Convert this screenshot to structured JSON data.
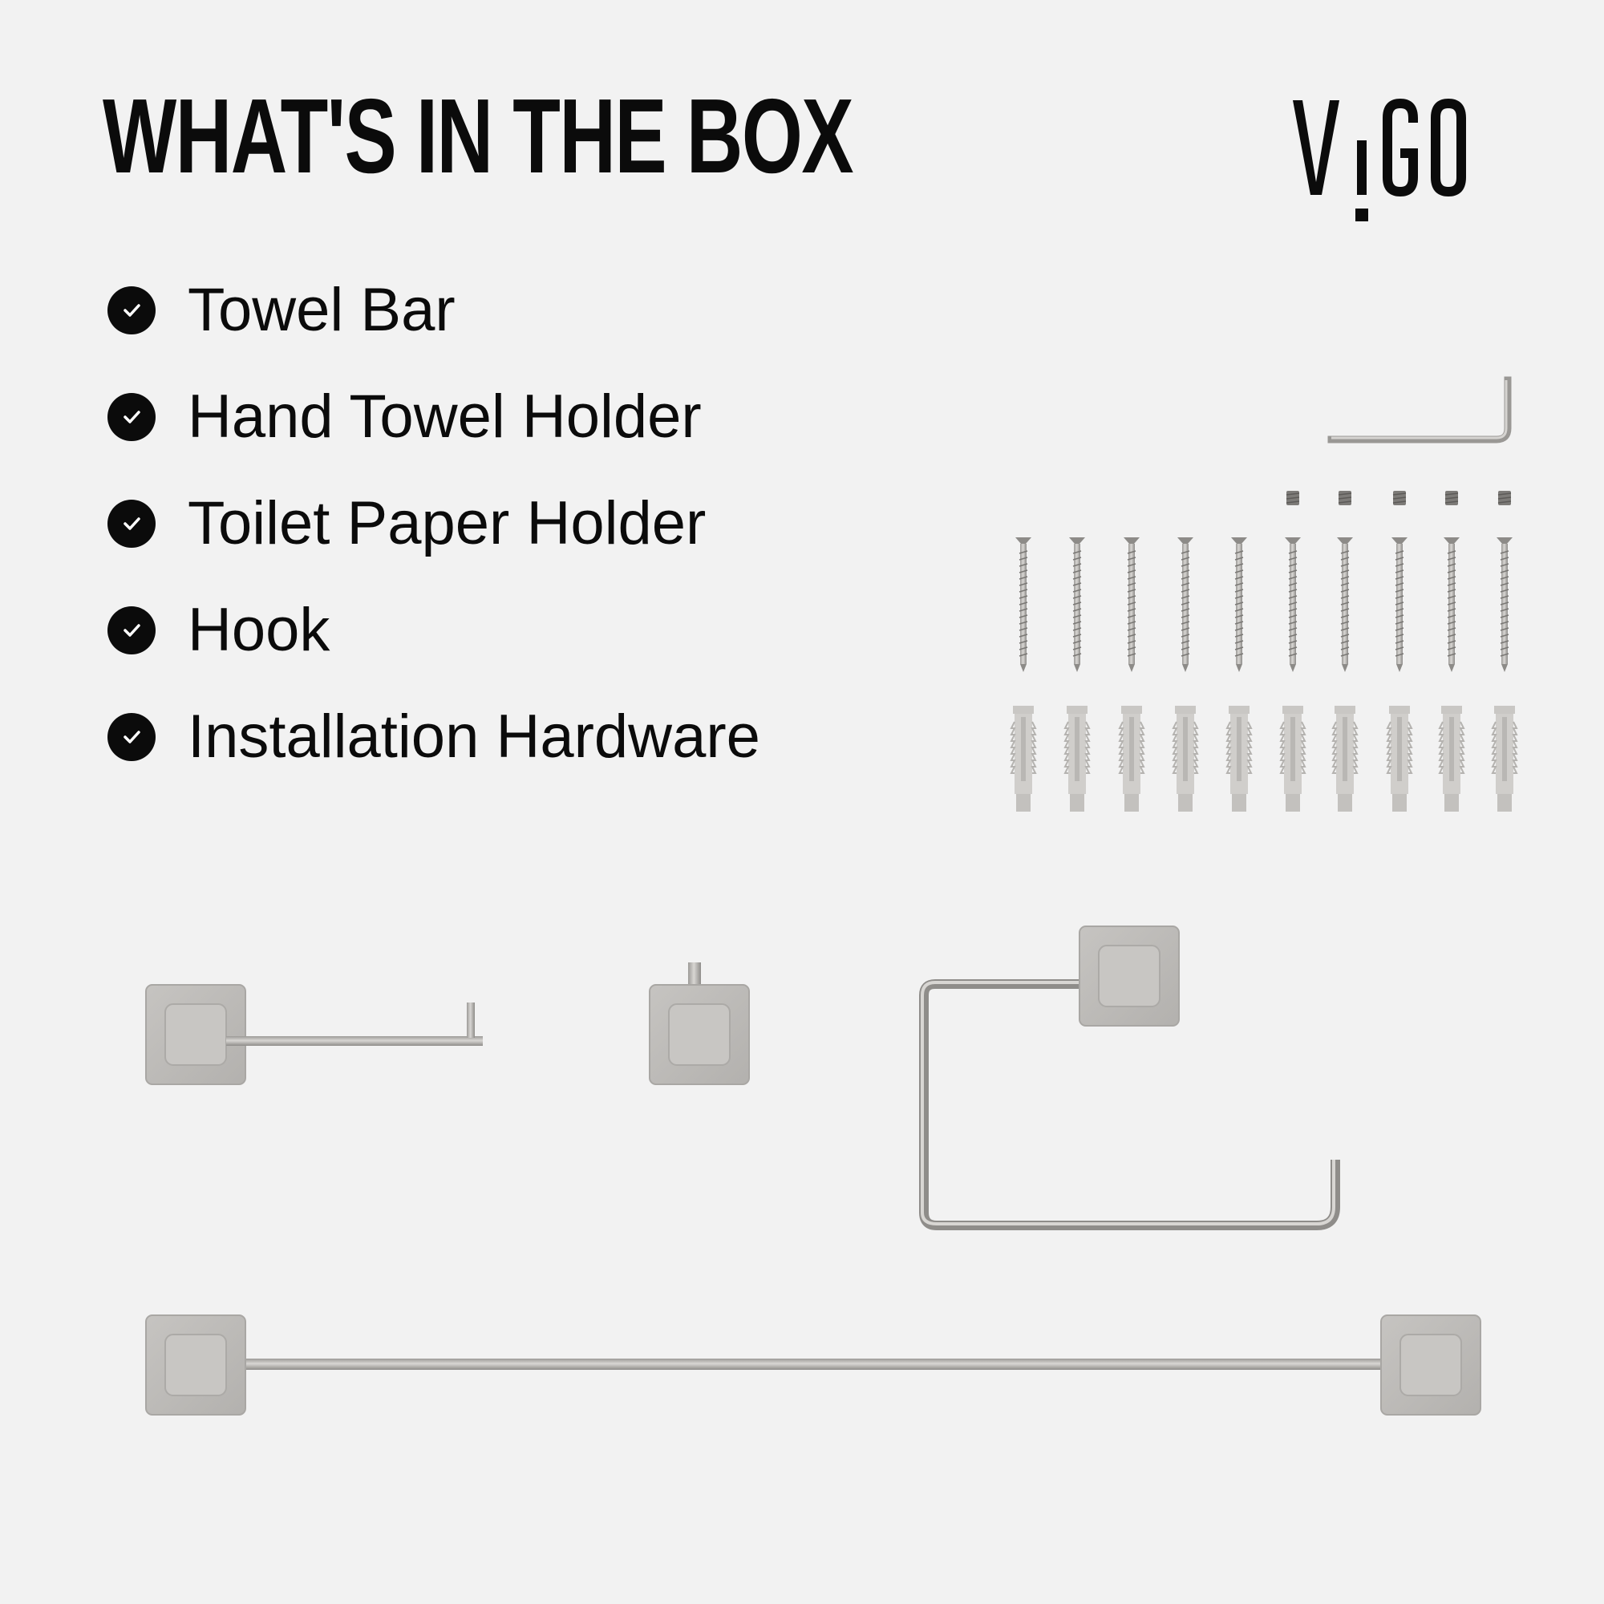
{
  "headline": "WHAT'S IN THE BOX",
  "brand": {
    "logo_text": "VIGO",
    "logo_icon": "vigo-wordmark-logo"
  },
  "checklist": {
    "icon": "check-circle-icon",
    "items": [
      {
        "label": "Towel Bar"
      },
      {
        "label": "Hand Towel Holder"
      },
      {
        "label": "Toilet Paper Holder"
      },
      {
        "label": "Hook"
      },
      {
        "label": "Installation Hardware"
      }
    ]
  },
  "products": {
    "hex_key": "allen-wrench",
    "set_screws": "set-screw",
    "wood_screws": "wood-screw",
    "anchors": "wall-anchor",
    "toilet_paper_holder": "toilet-paper-holder",
    "hook": "robe-hook",
    "hand_towel_holder": "hand-towel-ring",
    "towel_bar": "towel-bar"
  },
  "colors": {
    "background": "#f2f2f2",
    "text": "#0b0b0b",
    "metal": "#bdbbb8",
    "metal_dark": "#8c8a87",
    "metal_light": "#d4d2cf"
  }
}
